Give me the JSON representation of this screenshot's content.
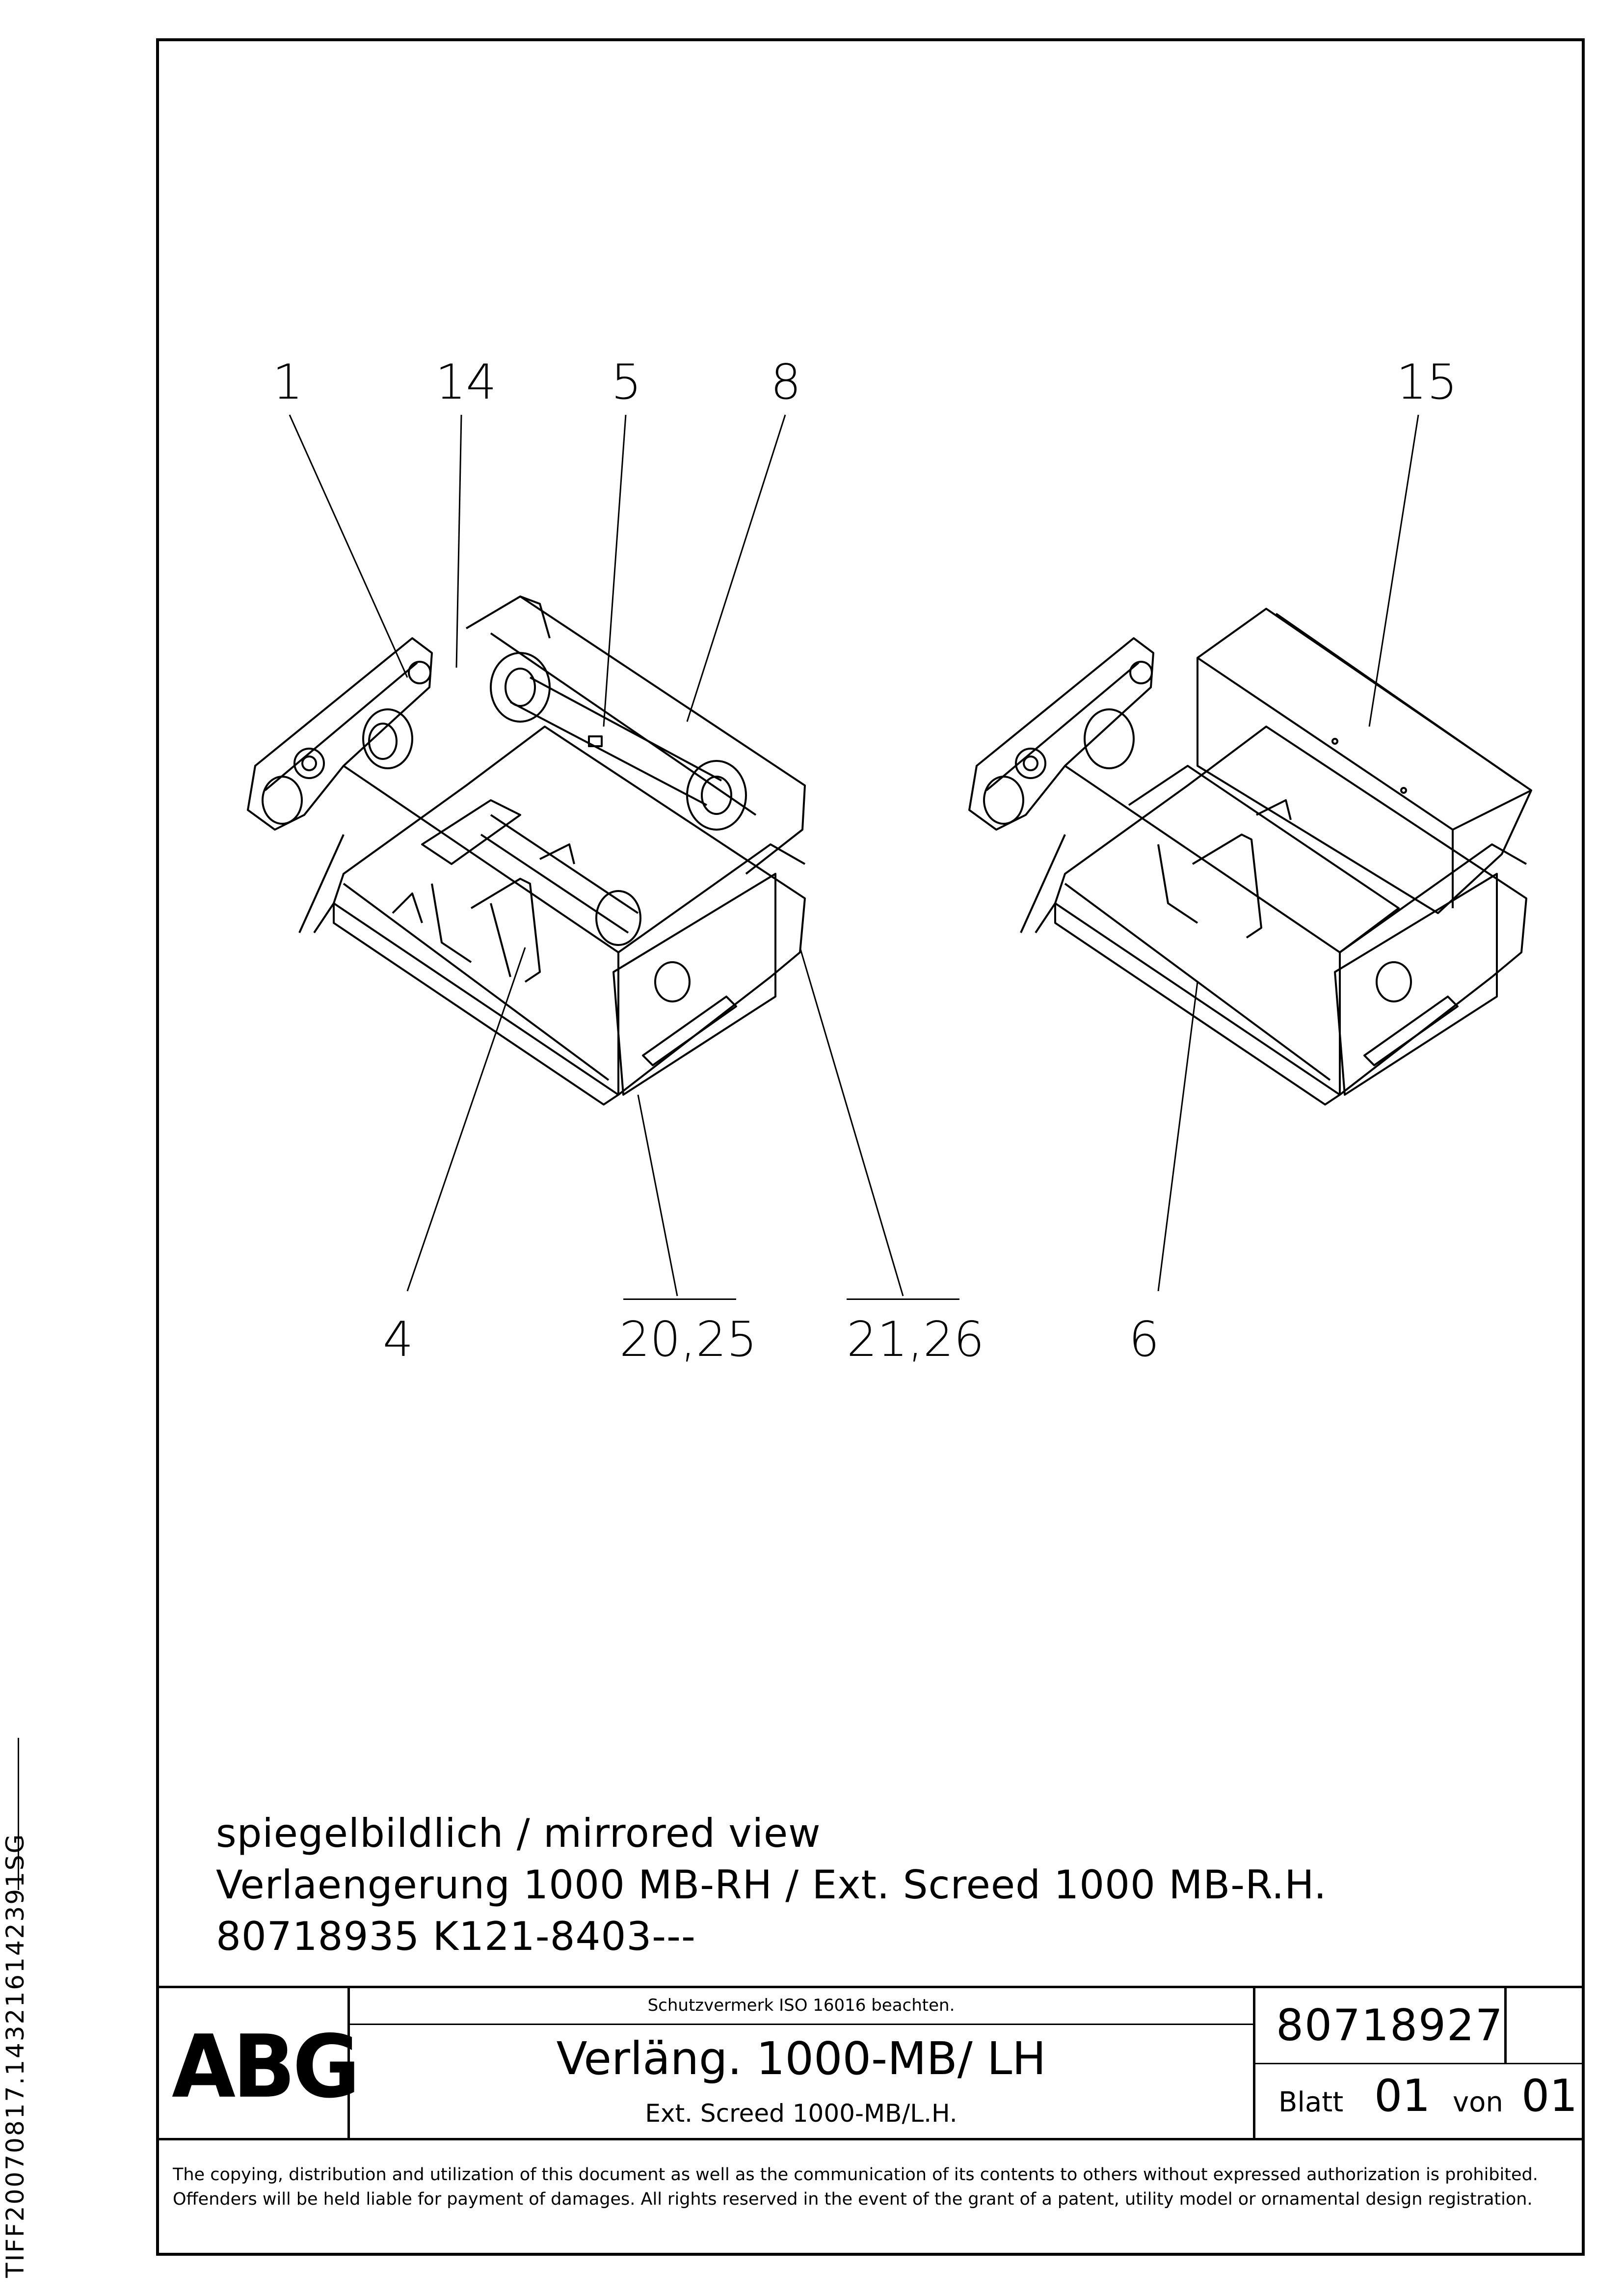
{
  "side_identifier": "TIFF20070817.143216142391SG",
  "callouts": {
    "c1": "1",
    "c14": "14",
    "c5": "5",
    "c8": "8",
    "c15": "15",
    "c4": "4",
    "c20_25": "20,25",
    "c21_26": "21,26",
    "c6": "6"
  },
  "notes": {
    "line1": "spiegelbildlich / mirrored view",
    "line2": "Verlaengerung 1000 MB-RH / Ext. Screed 1000 MB-R.H.",
    "line3": "80718935 K121-8403---"
  },
  "title_block": {
    "logo": "ABG",
    "protection_notice": "Schutzvermerk ISO 16016 beachten.",
    "title": "Verläng. 1000-MB/ LH",
    "subtitle": "Ext. Screed 1000-MB/L.H.",
    "drawing_number": "80718927",
    "sheet_label": "Blatt",
    "sheet_number": "01",
    "of_label": "von",
    "sheet_total": "01"
  },
  "copyright": "The copying, distribution and utilization of this document as well as the communication of its contents to others without expressed authorization is prohibited. Offenders will be held liable for payment of damages. All rights reserved in the event of the grant of a patent, utility model or ornamental design registration."
}
